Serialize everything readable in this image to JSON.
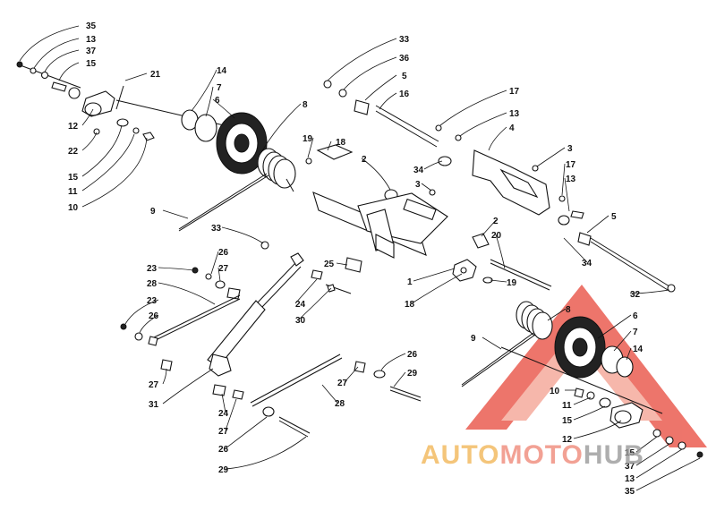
{
  "parts": {
    "p35a": "35",
    "p13a": "13",
    "p37a": "37",
    "p15a": "15",
    "p21": "21",
    "p14a": "14",
    "p7a": "7",
    "p6a": "6",
    "p12a": "12",
    "p22": "22",
    "p15b": "15",
    "p11a": "11",
    "p10a": "10",
    "p8a": "8",
    "p9a": "9",
    "p33a": "33",
    "p36": "36",
    "p5a": "5",
    "p16": "16",
    "p17a": "17",
    "p13b": "13",
    "p4": "4",
    "p19a": "19",
    "p18a": "18",
    "p2a": "2",
    "p3a": "3",
    "p34a": "34",
    "p3b": "3",
    "p17b": "17",
    "p13c": "13",
    "p5b": "5",
    "p33b": "33",
    "p26a": "26",
    "p23a": "23",
    "p27a": "27",
    "p28a": "28",
    "p25": "25",
    "p2b": "2",
    "p20": "20",
    "p34b": "34",
    "p32": "32",
    "p24a": "24",
    "p30": "30",
    "p19b": "19",
    "p1": "1",
    "p18b": "18",
    "p23b": "23",
    "p26b": "26",
    "p8b": "8",
    "p6b": "6",
    "p9b": "9",
    "p7b": "7",
    "p14b": "14",
    "p27b": "27",
    "p26c": "26",
    "p29a": "29",
    "p31": "31",
    "p24b": "24",
    "p28b": "28",
    "p10b": "10",
    "p11b": "11",
    "p15c": "15",
    "p27c": "27",
    "p12b": "12",
    "p15d": "15",
    "p37b": "37",
    "p13d": "13",
    "p26d": "26",
    "p35b": "35",
    "p29b": "29"
  },
  "watermark": {
    "part1": "AUTO",
    "part2": "MOTO",
    "part3": "HUB",
    "colors": {
      "auto": "#f2b75a",
      "moto": "#f08a7a",
      "hub": "#9a9a9a",
      "triangle": "#e8473a"
    }
  }
}
